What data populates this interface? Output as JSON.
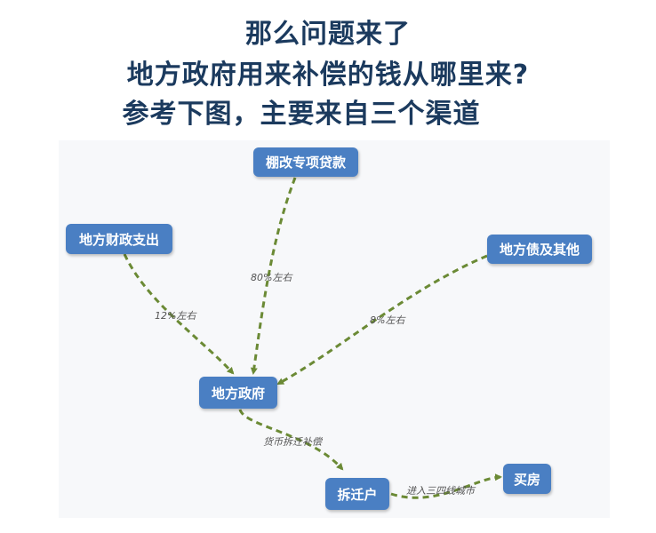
{
  "heading": {
    "line1": "那么问题来了",
    "line2": "地方政府用来补偿的钱从哪里来?",
    "line3": "参考下图，主要来自三个渠道"
  },
  "nodes": {
    "shantytown_loan": "棚改专项贷款",
    "local_fiscal": "地方财政支出",
    "local_debt": "地方债及其他",
    "local_government": "地方政府",
    "demolished_household": "拆迁户",
    "buy_house": "买房"
  },
  "edges": {
    "fiscal_share": "12%左右",
    "loan_share": "80%左右",
    "debt_share": "8%左右",
    "monetary_compensation": "货币拆迁补偿",
    "to_lower_tier_cities": "进入三四线城市"
  },
  "colors": {
    "node_fill": "#4a7fc3",
    "arrow": "#6b8a35",
    "heading": "#1b3a5e"
  }
}
